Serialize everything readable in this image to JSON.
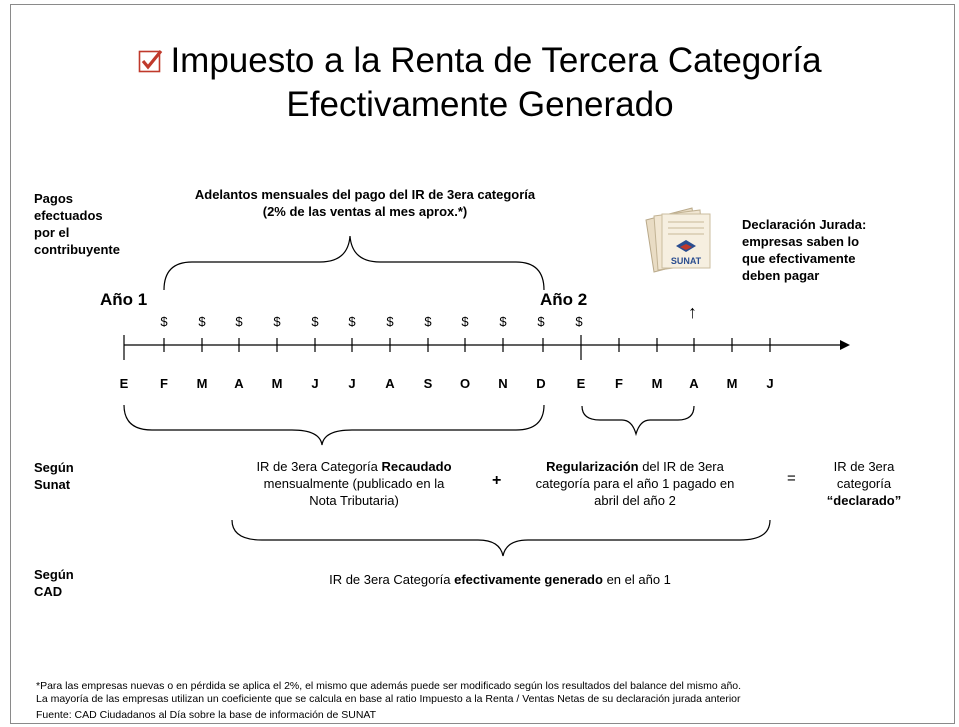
{
  "title": {
    "line1": "Impuesto a la Renta de Tercera Categoría",
    "line2": "Efectivamente Generado"
  },
  "side_labels": {
    "pagos": [
      "Pagos",
      "efectuados",
      "por el",
      "contribuyente"
    ],
    "segun_sunat": [
      "Según",
      "Sunat"
    ],
    "segun_cad": [
      "Según",
      "CAD"
    ]
  },
  "adelantos": {
    "line1": "Adelantos mensuales del pago del IR de 3era categoría",
    "line2": "(2% de las ventas al mes aprox.*)"
  },
  "declaracion": {
    "lines": [
      "Declaración Jurada:",
      "empresas saben lo",
      "que efectivamente",
      "deben pagar"
    ],
    "logo_text": "SUNAT"
  },
  "timeline": {
    "year1": "Año 1",
    "year2": "Año 2",
    "months": [
      "E",
      "F",
      "M",
      "A",
      "M",
      "J",
      "J",
      "A",
      "S",
      "O",
      "N",
      "D",
      "E",
      "F",
      "M",
      "A",
      "M",
      "J"
    ],
    "dollar": "$",
    "arrow_up": "↑"
  },
  "sunat_row": {
    "recaudado_pre": "IR de 3era Categoría ",
    "recaudado_bold": "Recaudado",
    "recaudado_l2": "mensualmente (publicado en la",
    "recaudado_l3": "Nota Tributaria)",
    "plus": "+",
    "regul_bold": "Regularización",
    "regul_post": " del IR de 3era",
    "regul_l2": "categoría para el año 1 pagado en",
    "regul_l3": "abril del año 2",
    "equals": "=",
    "declarado_l1": "IR de 3era",
    "declarado_l2": "categoría",
    "declarado_l3": "“declarado”"
  },
  "cad_row": {
    "pre": "IR de 3era Categoría ",
    "bold": "efectivamente generado",
    "post": " en el año 1"
  },
  "footnotes": {
    "note1": "*Para las empresas nuevas o en pérdida se aplica el 2%, el mismo que además puede ser modificado según los resultados del balance del mismo año.",
    "note2": "La mayoría de las empresas utilizan un coeficiente que se calcula en base al ratio Impuesto a la Renta / Ventas Netas de su declaración jurada anterior",
    "source": "Fuente: CAD Ciudadanos al Día sobre la base de información de SUNAT"
  },
  "colors": {
    "checkbox": "#c0392b",
    "logo_blue": "#2a4d8f"
  }
}
